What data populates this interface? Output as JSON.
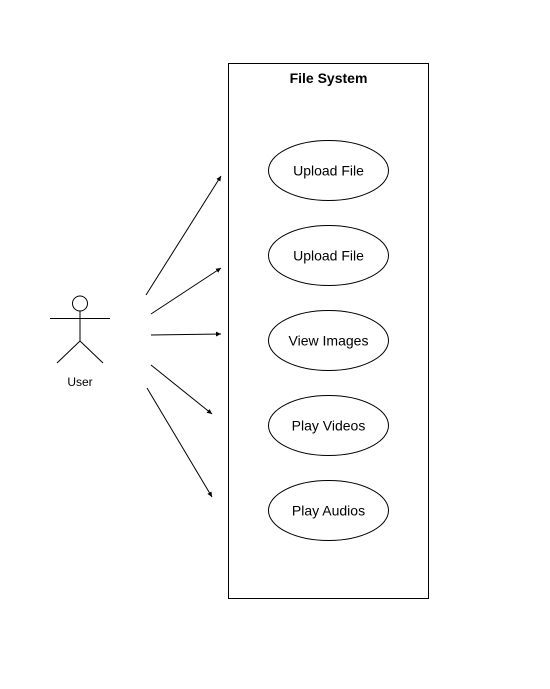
{
  "system": {
    "title": "File System"
  },
  "actor": {
    "label": "User"
  },
  "use_cases": [
    {
      "label": "Upload File"
    },
    {
      "label": "Upload File"
    },
    {
      "label": "View Images"
    },
    {
      "label": "Play Videos"
    },
    {
      "label": "Play Audios"
    }
  ],
  "colors": {
    "stroke": "#000000",
    "background": "#ffffff"
  }
}
